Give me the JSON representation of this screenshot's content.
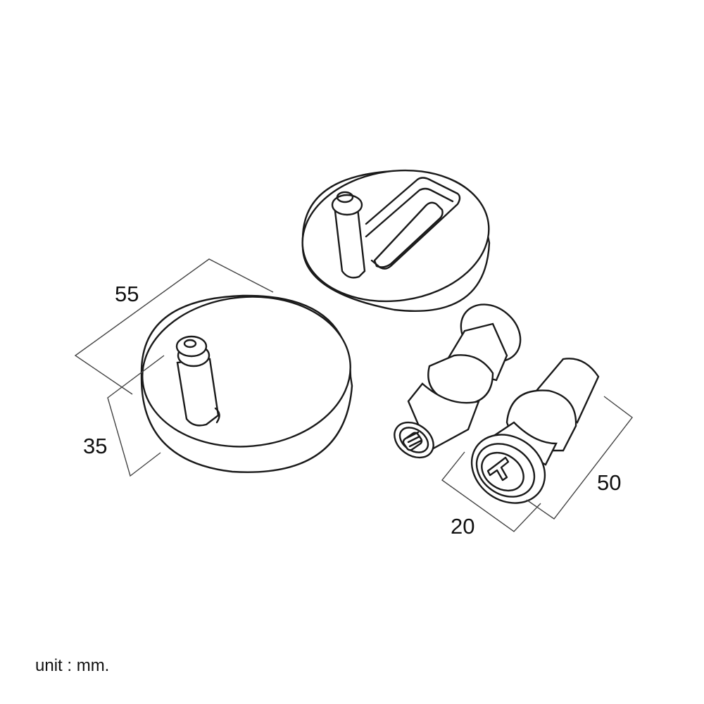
{
  "diagram": {
    "title": "Toilet seat hinge fitting set - dimension drawing",
    "components": [
      {
        "name": "Round base plate with pin",
        "dimensions": {
          "diameter_label": "55",
          "height_label": "35"
        }
      },
      {
        "name": "Round base plate with pin and slot"
      },
      {
        "name": "Expansion bolt with threaded end"
      },
      {
        "name": "Expansion bolt with cross-head screw",
        "dimensions": {
          "length_label": "50",
          "diameter_label": "20"
        }
      }
    ],
    "labels": {
      "dim_55": "55",
      "dim_35": "35",
      "dim_50": "50",
      "dim_20": "20",
      "unit": "unit : mm."
    },
    "colors": {
      "line": "#1a1a1a",
      "dimension_line": "#444444",
      "background": "#ffffff"
    }
  }
}
